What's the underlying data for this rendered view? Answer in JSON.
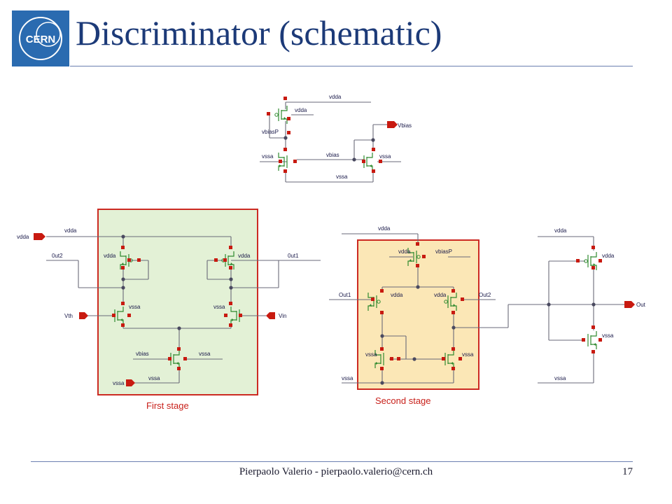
{
  "slide": {
    "title": "Discriminator (schematic)",
    "footer": "Pierpaolo Valerio - pierpaolo.valerio@cern.ch",
    "page_number": "17"
  },
  "logo": {
    "text": "CERN",
    "icon": "cern-logo"
  },
  "colors": {
    "title": "#1c3a78",
    "first_stage_fill": "#e3f1d6",
    "second_stage_fill": "#fbe7b6",
    "stage_border": "#cc2a22",
    "pin": "#c81a10",
    "transistor": "#2f8a2f"
  },
  "schematic": {
    "stages": {
      "first": "First stage",
      "second": "Second stage"
    },
    "net_labels": {
      "vdda": "vdda",
      "vssa": "vssa",
      "vbias": "vbias",
      "vbiasP": "vbiasP",
      "out1": "Out1",
      "out2": "Out2",
      "out2_lower": "0ut2",
      "out1_lower": "0ut1"
    },
    "ports": {
      "vbias": "Vbias",
      "vdda": "vdda",
      "vth": "Vth",
      "vin": "Vin",
      "vssa": "vssa",
      "out": "Out"
    }
  }
}
